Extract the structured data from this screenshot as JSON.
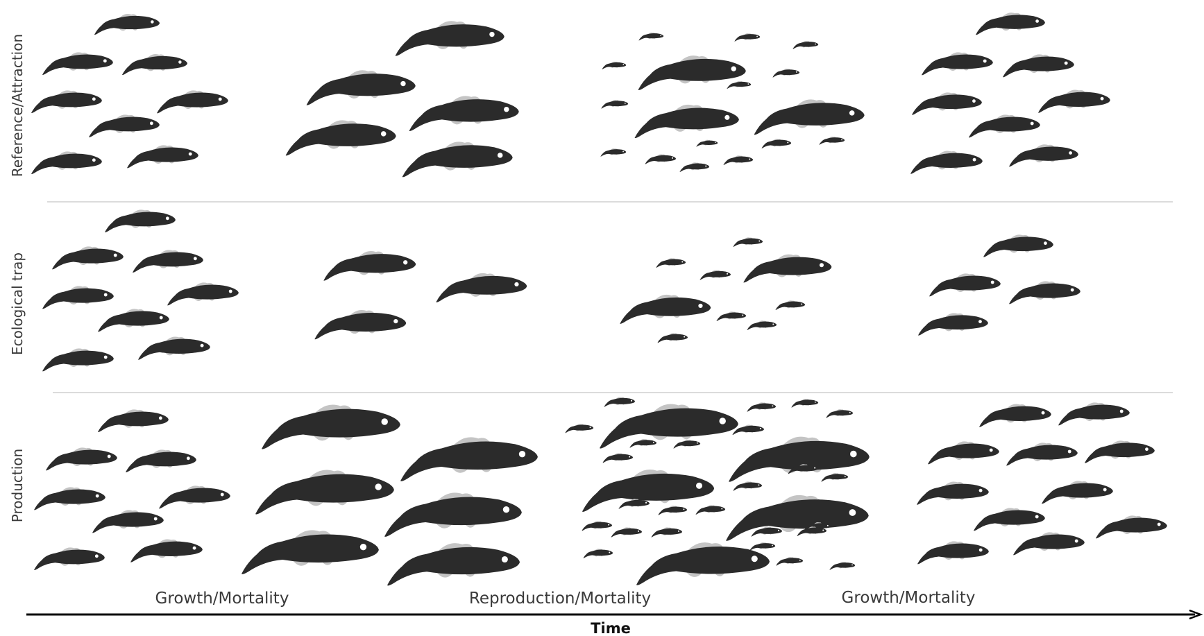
{
  "rows": [
    {
      "id": "reference",
      "label": "Reference/Attraction"
    },
    {
      "id": "trap",
      "label": "Ecological trap"
    },
    {
      "id": "production",
      "label": "Production"
    }
  ],
  "phases": [
    {
      "label": "Growth/Mortality"
    },
    {
      "label": "Reproduction/Mortality"
    },
    {
      "label": "Growth/Mortality"
    }
  ],
  "axis": {
    "label": "Time"
  },
  "colors": {
    "fish_body": "#2b2b2b",
    "fish_fin": "#c4c4c4",
    "divider": "#cfcfcf",
    "axis": "#000000",
    "text": "#3a3a3a"
  },
  "fish_icon": "fish-icon"
}
